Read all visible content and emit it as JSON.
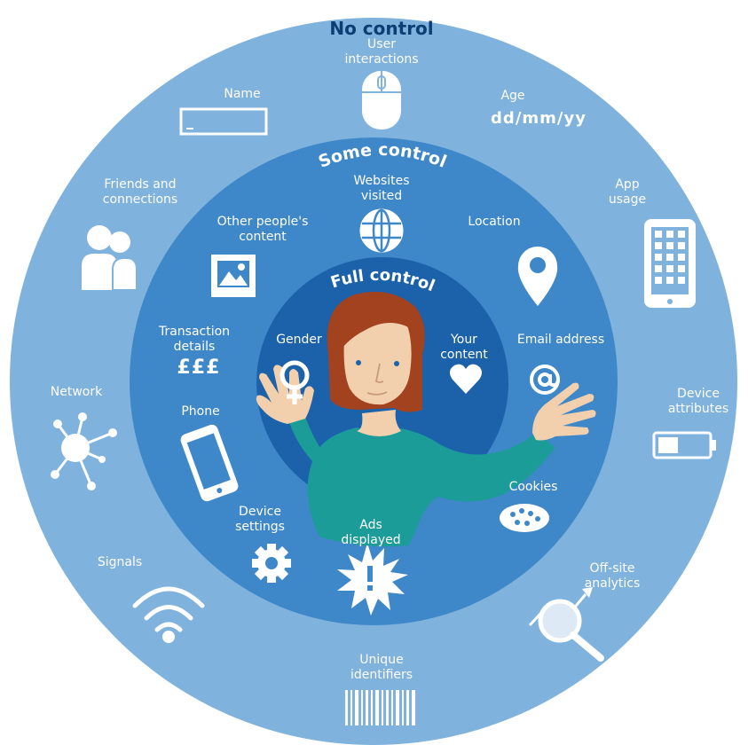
{
  "colors": {
    "outer_ring": "#7fb2dc",
    "middle_ring": "#3e88c9",
    "inner_ring": "#1b62ab",
    "title_dark": "#0b3f74",
    "icon_white": "#ffffff",
    "sweater": "#1c9c98",
    "hair": "#a2421e",
    "skin": "#f3d0ad"
  },
  "rings": {
    "outer": {
      "title": "No control"
    },
    "middle": {
      "title": "Some control"
    },
    "inner": {
      "title": "Full control"
    }
  },
  "outer_items": {
    "user_interactions": {
      "label": "User\ninteractions",
      "icon": "mouse-icon"
    },
    "name": {
      "label": "Name",
      "icon": "text-field-icon"
    },
    "age": {
      "label": "Age",
      "value": "dd/mm/yy"
    },
    "friends": {
      "label": "Friends and\nconnections",
      "icon": "people-icon"
    },
    "app_usage": {
      "label": "App\nusage",
      "icon": "tablet-icon"
    },
    "network": {
      "label": "Network",
      "icon": "network-icon"
    },
    "device_attributes": {
      "label": "Device\nattributes",
      "icon": "battery-icon"
    },
    "signals": {
      "label": "Signals",
      "icon": "wifi-icon"
    },
    "offsite_analytics": {
      "label": "Off-site\nanalytics",
      "icon": "analytics-magnifier-icon"
    },
    "unique_identifiers": {
      "label": "Unique\nidentifiers",
      "icon": "barcode-icon"
    }
  },
  "middle_items": {
    "websites_visited": {
      "label": "Websites\nvisited",
      "icon": "globe-icon"
    },
    "other_content": {
      "label": "Other people's\ncontent",
      "icon": "photo-icon"
    },
    "location": {
      "label": "Location",
      "icon": "location-pin-icon"
    },
    "transaction": {
      "label": "Transaction\ndetails",
      "value": "£££"
    },
    "email": {
      "label": "Email address",
      "icon": "at-sign-icon"
    },
    "phone": {
      "label": "Phone",
      "icon": "phone-icon"
    },
    "cookies": {
      "label": "Cookies",
      "icon": "cookie-icon"
    },
    "device_settings": {
      "label": "Device\nsettings",
      "icon": "gear-icon"
    },
    "ads_displayed": {
      "label": "Ads\ndisplayed",
      "icon": "burst-alert-icon"
    }
  },
  "inner_items": {
    "gender": {
      "label": "Gender",
      "icon": "female-symbol-icon"
    },
    "your_content": {
      "label": "Your\ncontent",
      "icon": "heart-icon"
    }
  }
}
